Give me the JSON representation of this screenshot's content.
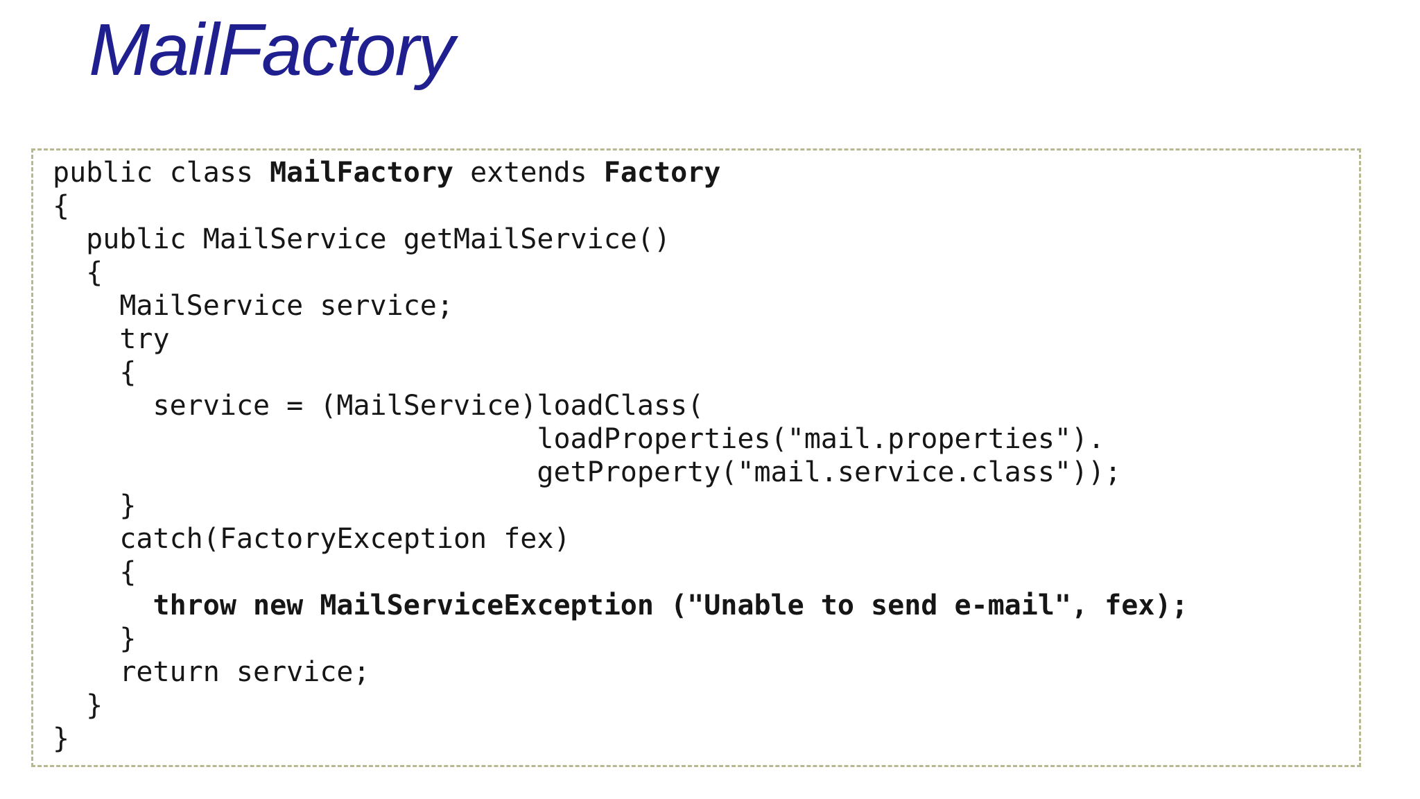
{
  "slide": {
    "title": "MailFactory"
  },
  "colors": {
    "background": "#ffffff",
    "title": "#1f1f8f",
    "code_text": "#161616",
    "box_border": "#b8b890"
  },
  "code": {
    "language": "java",
    "lines": [
      [
        {
          "t": "public class ",
          "b": false
        },
        {
          "t": "MailFactory",
          "b": true
        },
        {
          "t": " extends ",
          "b": false
        },
        {
          "t": "Factory",
          "b": true
        }
      ],
      [
        {
          "t": "{",
          "b": false
        }
      ],
      [
        {
          "t": "  public MailService getMailService()",
          "b": false
        }
      ],
      [
        {
          "t": "  {",
          "b": false
        }
      ],
      [
        {
          "t": "    MailService service;",
          "b": false
        }
      ],
      [
        {
          "t": "    try",
          "b": false
        }
      ],
      [
        {
          "t": "    {",
          "b": false
        }
      ],
      [
        {
          "t": "      service = (MailService)loadClass(",
          "b": false
        }
      ],
      [
        {
          "t": "                             loadProperties(\"mail.properties\").",
          "b": false
        }
      ],
      [
        {
          "t": "                             getProperty(\"mail.service.class\"));",
          "b": false
        }
      ],
      [
        {
          "t": "    }",
          "b": false
        }
      ],
      [
        {
          "t": "    catch(FactoryException fex)",
          "b": false
        }
      ],
      [
        {
          "t": "    {",
          "b": false
        }
      ],
      [
        {
          "t": "      ",
          "b": false
        },
        {
          "t": "throw new MailServiceException (\"Unable to send e-mail\", fex);",
          "b": true
        }
      ],
      [
        {
          "t": "    }",
          "b": false
        }
      ],
      [
        {
          "t": "    return service;",
          "b": false
        }
      ],
      [
        {
          "t": "  }",
          "b": false
        }
      ],
      [
        {
          "t": "}",
          "b": false
        }
      ]
    ]
  }
}
